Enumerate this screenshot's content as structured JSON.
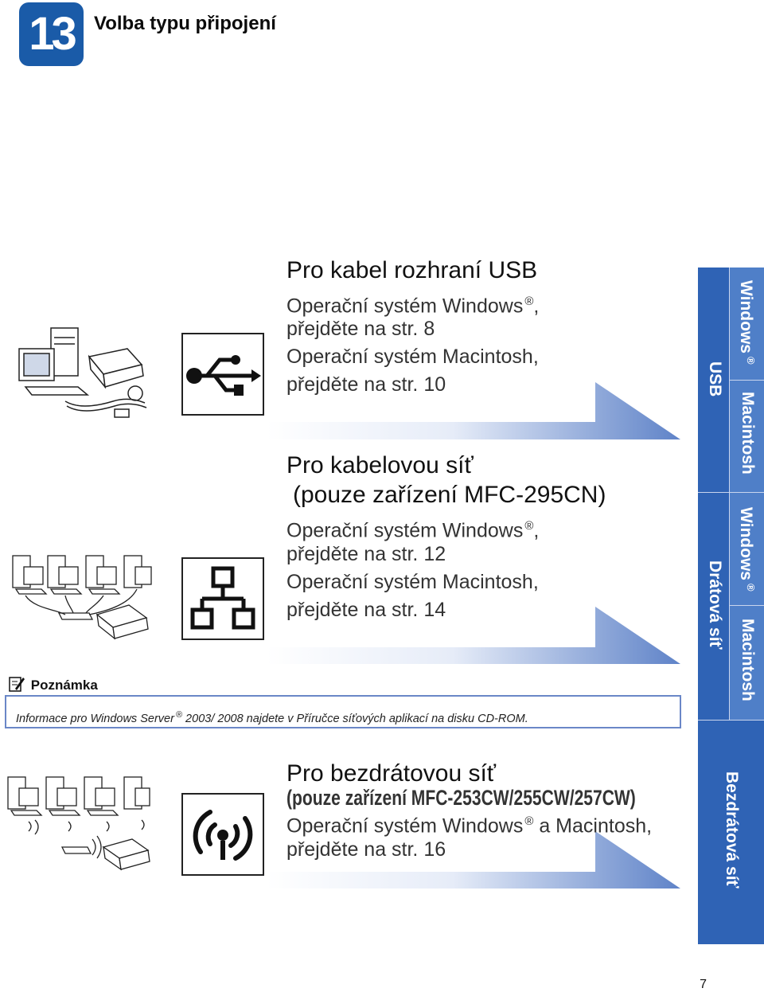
{
  "header": {
    "step_number": "13",
    "title": "Volba typu připojení"
  },
  "usb": {
    "title": "Pro kabel rozhraní USB",
    "line1": "Operační systém Windows",
    "line1_suffix": ",",
    "line2": "přejděte na str. 8",
    "line3": "Operační systém Macintosh,",
    "line4": "přejděte na str. 10"
  },
  "wired": {
    "title": "Pro kabelovou síť",
    "subtitle": "(pouze zařízení MFC-295CN)",
    "line1": "Operační systém Windows",
    "line1_suffix": ",",
    "line2": "přejděte na str. 12",
    "line3": "Operační systém Macintosh,",
    "line4": "přejděte na str. 14"
  },
  "note": {
    "heading": "Poznámka",
    "text_pre": "Informace pro Windows Server",
    "text_post": " 2003/ 2008 najdete v Příručce síťových aplikací na disku CD-ROM."
  },
  "wireless": {
    "title": "Pro bezdrátovou síť",
    "subtitle": "(pouze zařízení MFC-253CW/255CW/257CW)",
    "line1_pre": "Operační systém Windows",
    "line1_post": " a Macintosh,",
    "line2": "přejděte na str. 16"
  },
  "side_tabs": {
    "usb_label": "USB",
    "usb_windows": "Windows",
    "usb_mac": "Macintosh",
    "wired_label": "Drátová síť",
    "wired_windows": "Windows",
    "wired_mac": "Macintosh",
    "wireless_label": "Bezdrátová síť"
  },
  "registered_mark": "®",
  "page_number": "7",
  "colors": {
    "brand_blue": "#1a5ba8",
    "tab_light": "#4f7fc8",
    "tab_dark": "#2f63b5",
    "arrow_light": "#dfe7f6",
    "arrow_dark": "#5b80c6"
  }
}
